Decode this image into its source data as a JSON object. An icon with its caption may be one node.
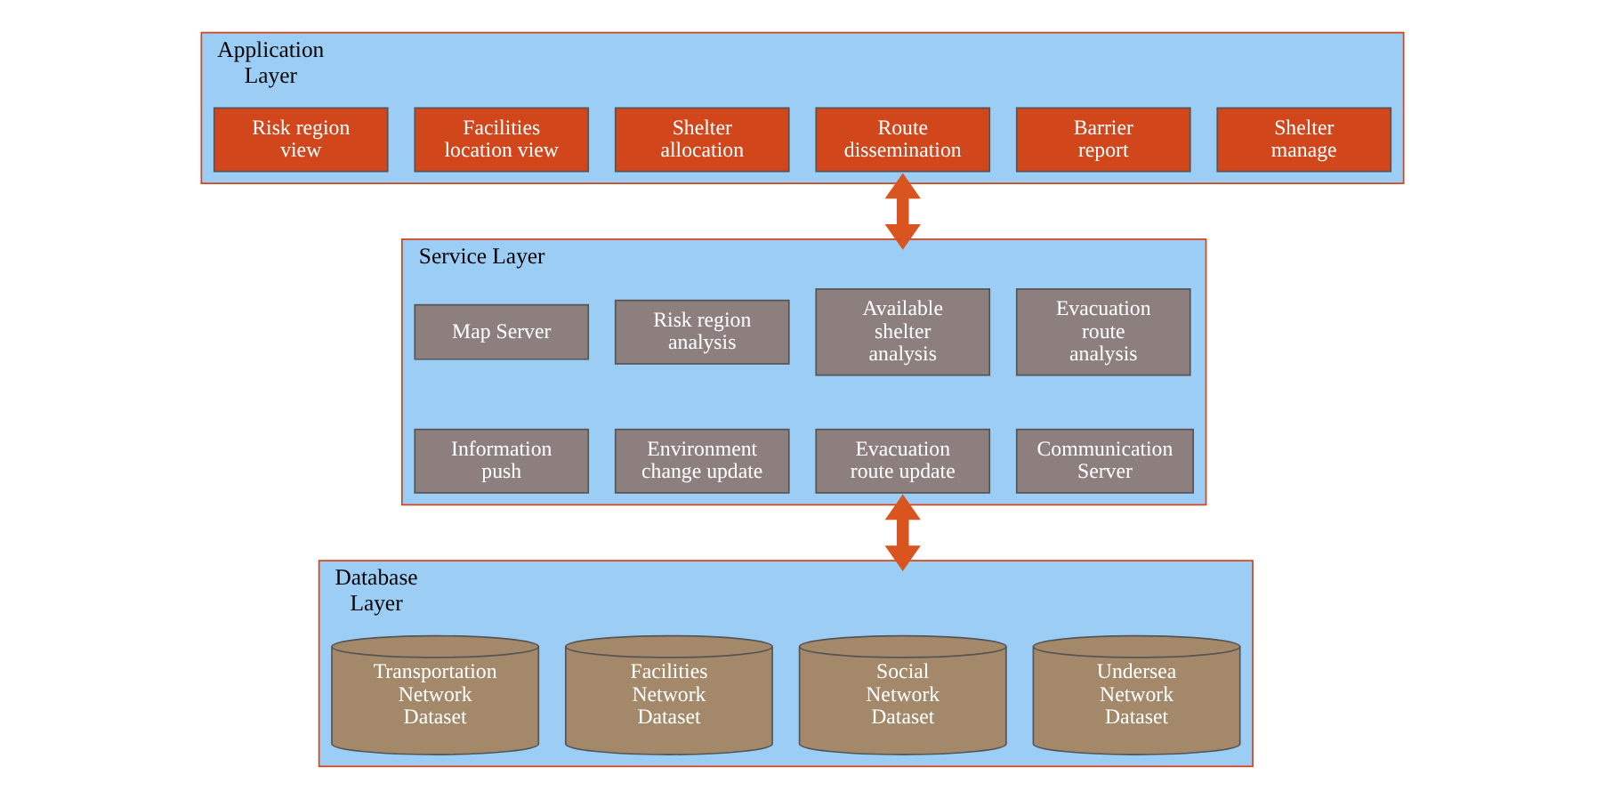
{
  "diagram": {
    "nodes": [
      {
        "text": [
          "Application Layer"
        ]
      },
      {
        "text": [
          "Risk region view"
        ],
        "in": 0
      },
      {
        "text": [
          "Facilities location view"
        ],
        "in": 0
      },
      {
        "text": [
          "Shelter allocation"
        ],
        "in": 0
      },
      {
        "text": [
          "Route dissemination"
        ],
        "in": 0
      },
      {
        "text": [
          "Barrier report"
        ],
        "in": 0
      },
      {
        "text": [
          "Shelter manage"
        ],
        "in": 0
      },
      {
        "text": [
          "Service Layer"
        ]
      },
      {
        "text": [
          "Map Server"
        ],
        "in": 7
      },
      {
        "text": [
          "Risk region analysis"
        ],
        "in": 7
      },
      {
        "text": [
          "Available shelter analysis"
        ],
        "in": 7
      },
      {
        "text": [
          "Evacuation route analysis"
        ],
        "in": 7
      },
      {
        "text": [
          "Information push"
        ],
        "in": 7
      },
      {
        "text": [
          "Environment change update"
        ],
        "in": 7
      },
      {
        "text": [
          "Evacuation route update"
        ],
        "in": 7
      },
      {
        "text": [
          "Communication Server"
        ],
        "in": 7
      },
      {
        "text": [
          "Database Layer"
        ]
      },
      {
        "text": [
          "Transportation Network Dataset"
        ],
        "in": 16
      },
      {
        "text": [
          "Facilities Network Dataset"
        ],
        "in": 16
      },
      {
        "text": [
          "Social Network Dataset"
        ],
        "in": 16
      },
      {
        "text": [
          "Undersea Network Dataset"
        ],
        "in": 16
      }
    ],
    "edges": [
      {
        "from": 0,
        "to": 7,
        "arrow": "both"
      },
      {
        "from": 7,
        "to": 16,
        "arrow": "both"
      }
    ]
  }
}
